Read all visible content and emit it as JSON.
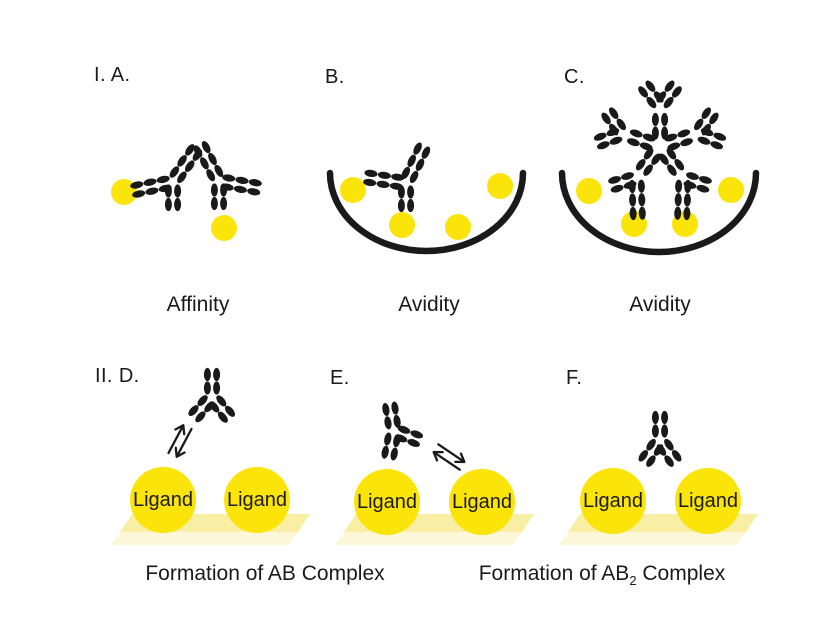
{
  "panels": {
    "a": {
      "label": "I. A.",
      "caption": "Affinity"
    },
    "b": {
      "label": "B.",
      "caption": "Avidity"
    },
    "c": {
      "label": "C.",
      "caption": "Avidity"
    },
    "d": {
      "label": "II. D."
    },
    "e": {
      "label": "E."
    },
    "f": {
      "label": "F."
    }
  },
  "ligand_label": "Ligand",
  "bottom_captions": {
    "ab": "Formation of AB Complex",
    "ab2_prefix": "Formation of AB",
    "ab2_subscript": "2",
    "ab2_suffix": " Complex"
  },
  "colors": {
    "ink": "#1a1a1a",
    "antigen_yellow": "#FBE40A",
    "surface_front": "#F9EFA4",
    "surface_back": "#FCF7D8"
  }
}
